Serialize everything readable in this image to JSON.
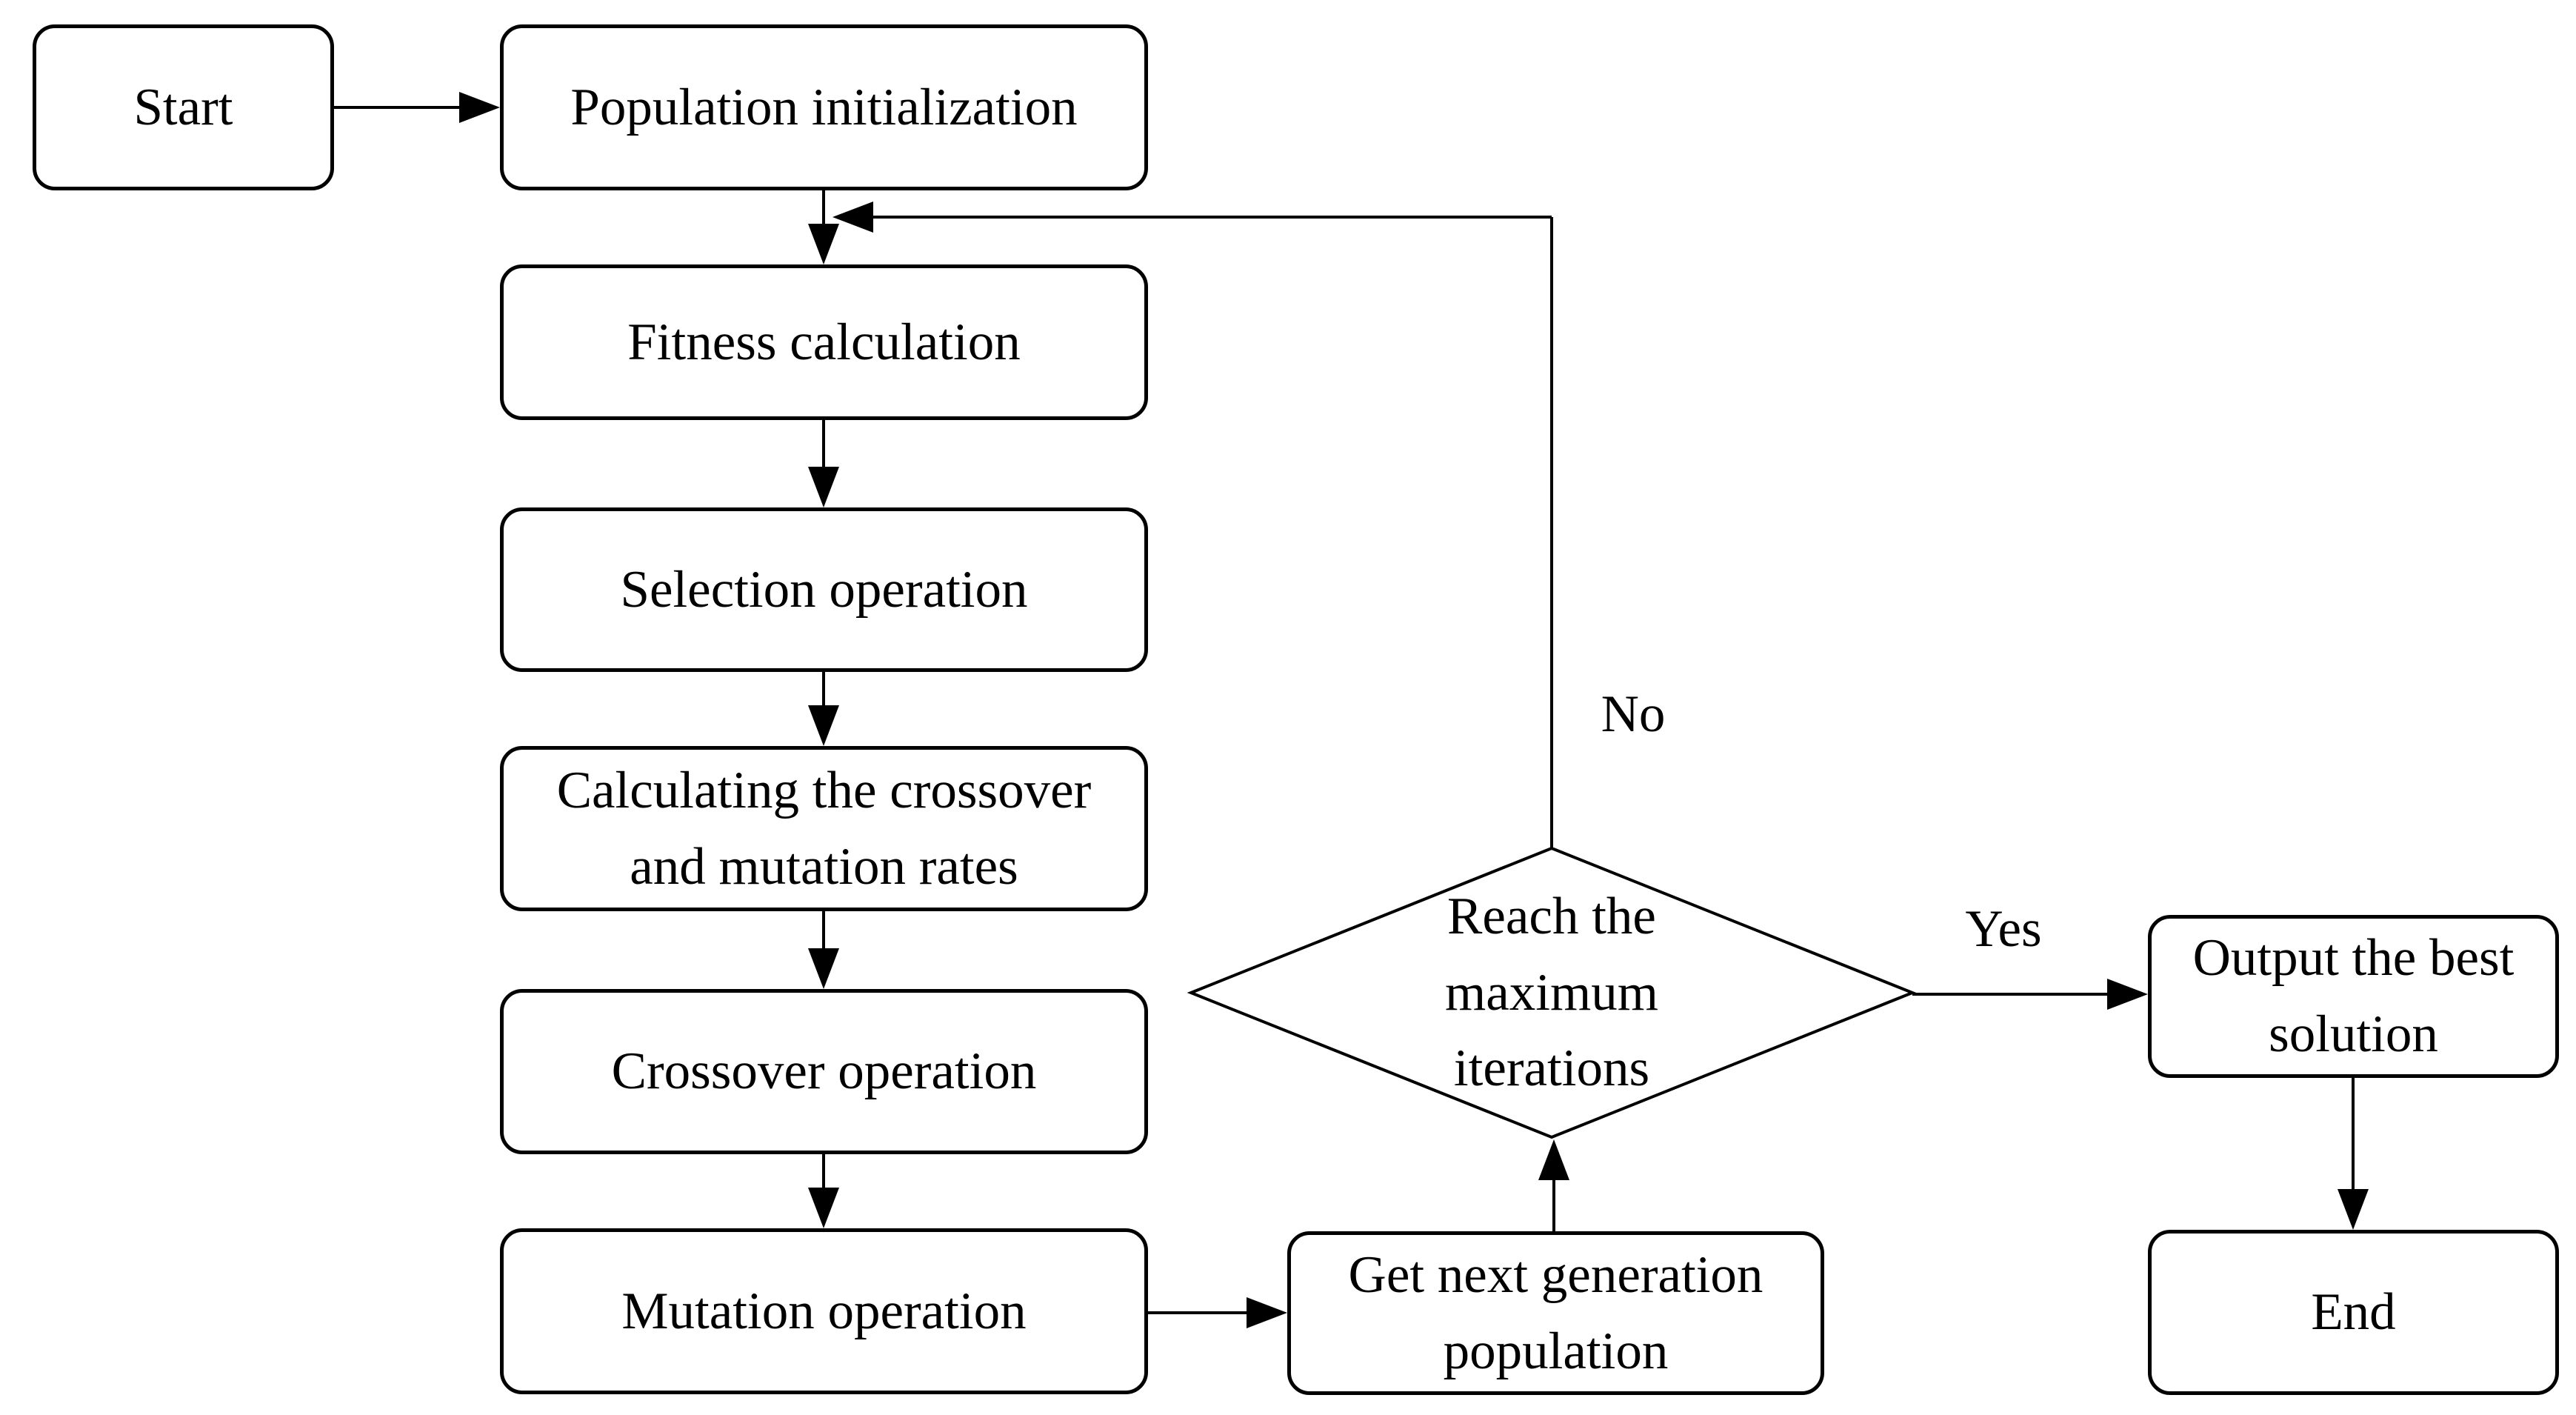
{
  "flowchart": {
    "nodes": [
      {
        "id": "start",
        "shape": "rounded-rect",
        "label": "Start"
      },
      {
        "id": "population",
        "shape": "rounded-rect",
        "label": "Population initialization"
      },
      {
        "id": "fitness",
        "shape": "rounded-rect",
        "label": "Fitness calculation"
      },
      {
        "id": "selection",
        "shape": "rounded-rect",
        "label": "Selection operation"
      },
      {
        "id": "calc-rates",
        "shape": "rounded-rect",
        "label": "Calculating the crossover and mutation rates"
      },
      {
        "id": "crossover",
        "shape": "rounded-rect",
        "label": "Crossover operation"
      },
      {
        "id": "mutation",
        "shape": "rounded-rect",
        "label": "Mutation operation"
      },
      {
        "id": "get-next",
        "shape": "rounded-rect",
        "label": "Get next generation population"
      },
      {
        "id": "decision",
        "shape": "diamond",
        "label": "Reach the maximum iterations"
      },
      {
        "id": "output",
        "shape": "rounded-rect",
        "label": "Output the best solution"
      },
      {
        "id": "end",
        "shape": "rounded-rect",
        "label": "End"
      }
    ],
    "edges": [
      {
        "from": "start",
        "to": "population",
        "label": ""
      },
      {
        "from": "population",
        "to": "fitness",
        "label": ""
      },
      {
        "from": "fitness",
        "to": "selection",
        "label": ""
      },
      {
        "from": "selection",
        "to": "calc-rates",
        "label": ""
      },
      {
        "from": "calc-rates",
        "to": "crossover",
        "label": ""
      },
      {
        "from": "crossover",
        "to": "mutation",
        "label": ""
      },
      {
        "from": "mutation",
        "to": "get-next",
        "label": ""
      },
      {
        "from": "get-next",
        "to": "decision",
        "label": ""
      },
      {
        "from": "decision",
        "to": "output",
        "label": "Yes"
      },
      {
        "from": "decision",
        "to": "fitness",
        "label": "No"
      },
      {
        "from": "output",
        "to": "end",
        "label": ""
      }
    ],
    "colors": {
      "stroke": "#000000",
      "node_fill": "#ffffff",
      "text": "#000000",
      "background": "#ffffff"
    }
  }
}
